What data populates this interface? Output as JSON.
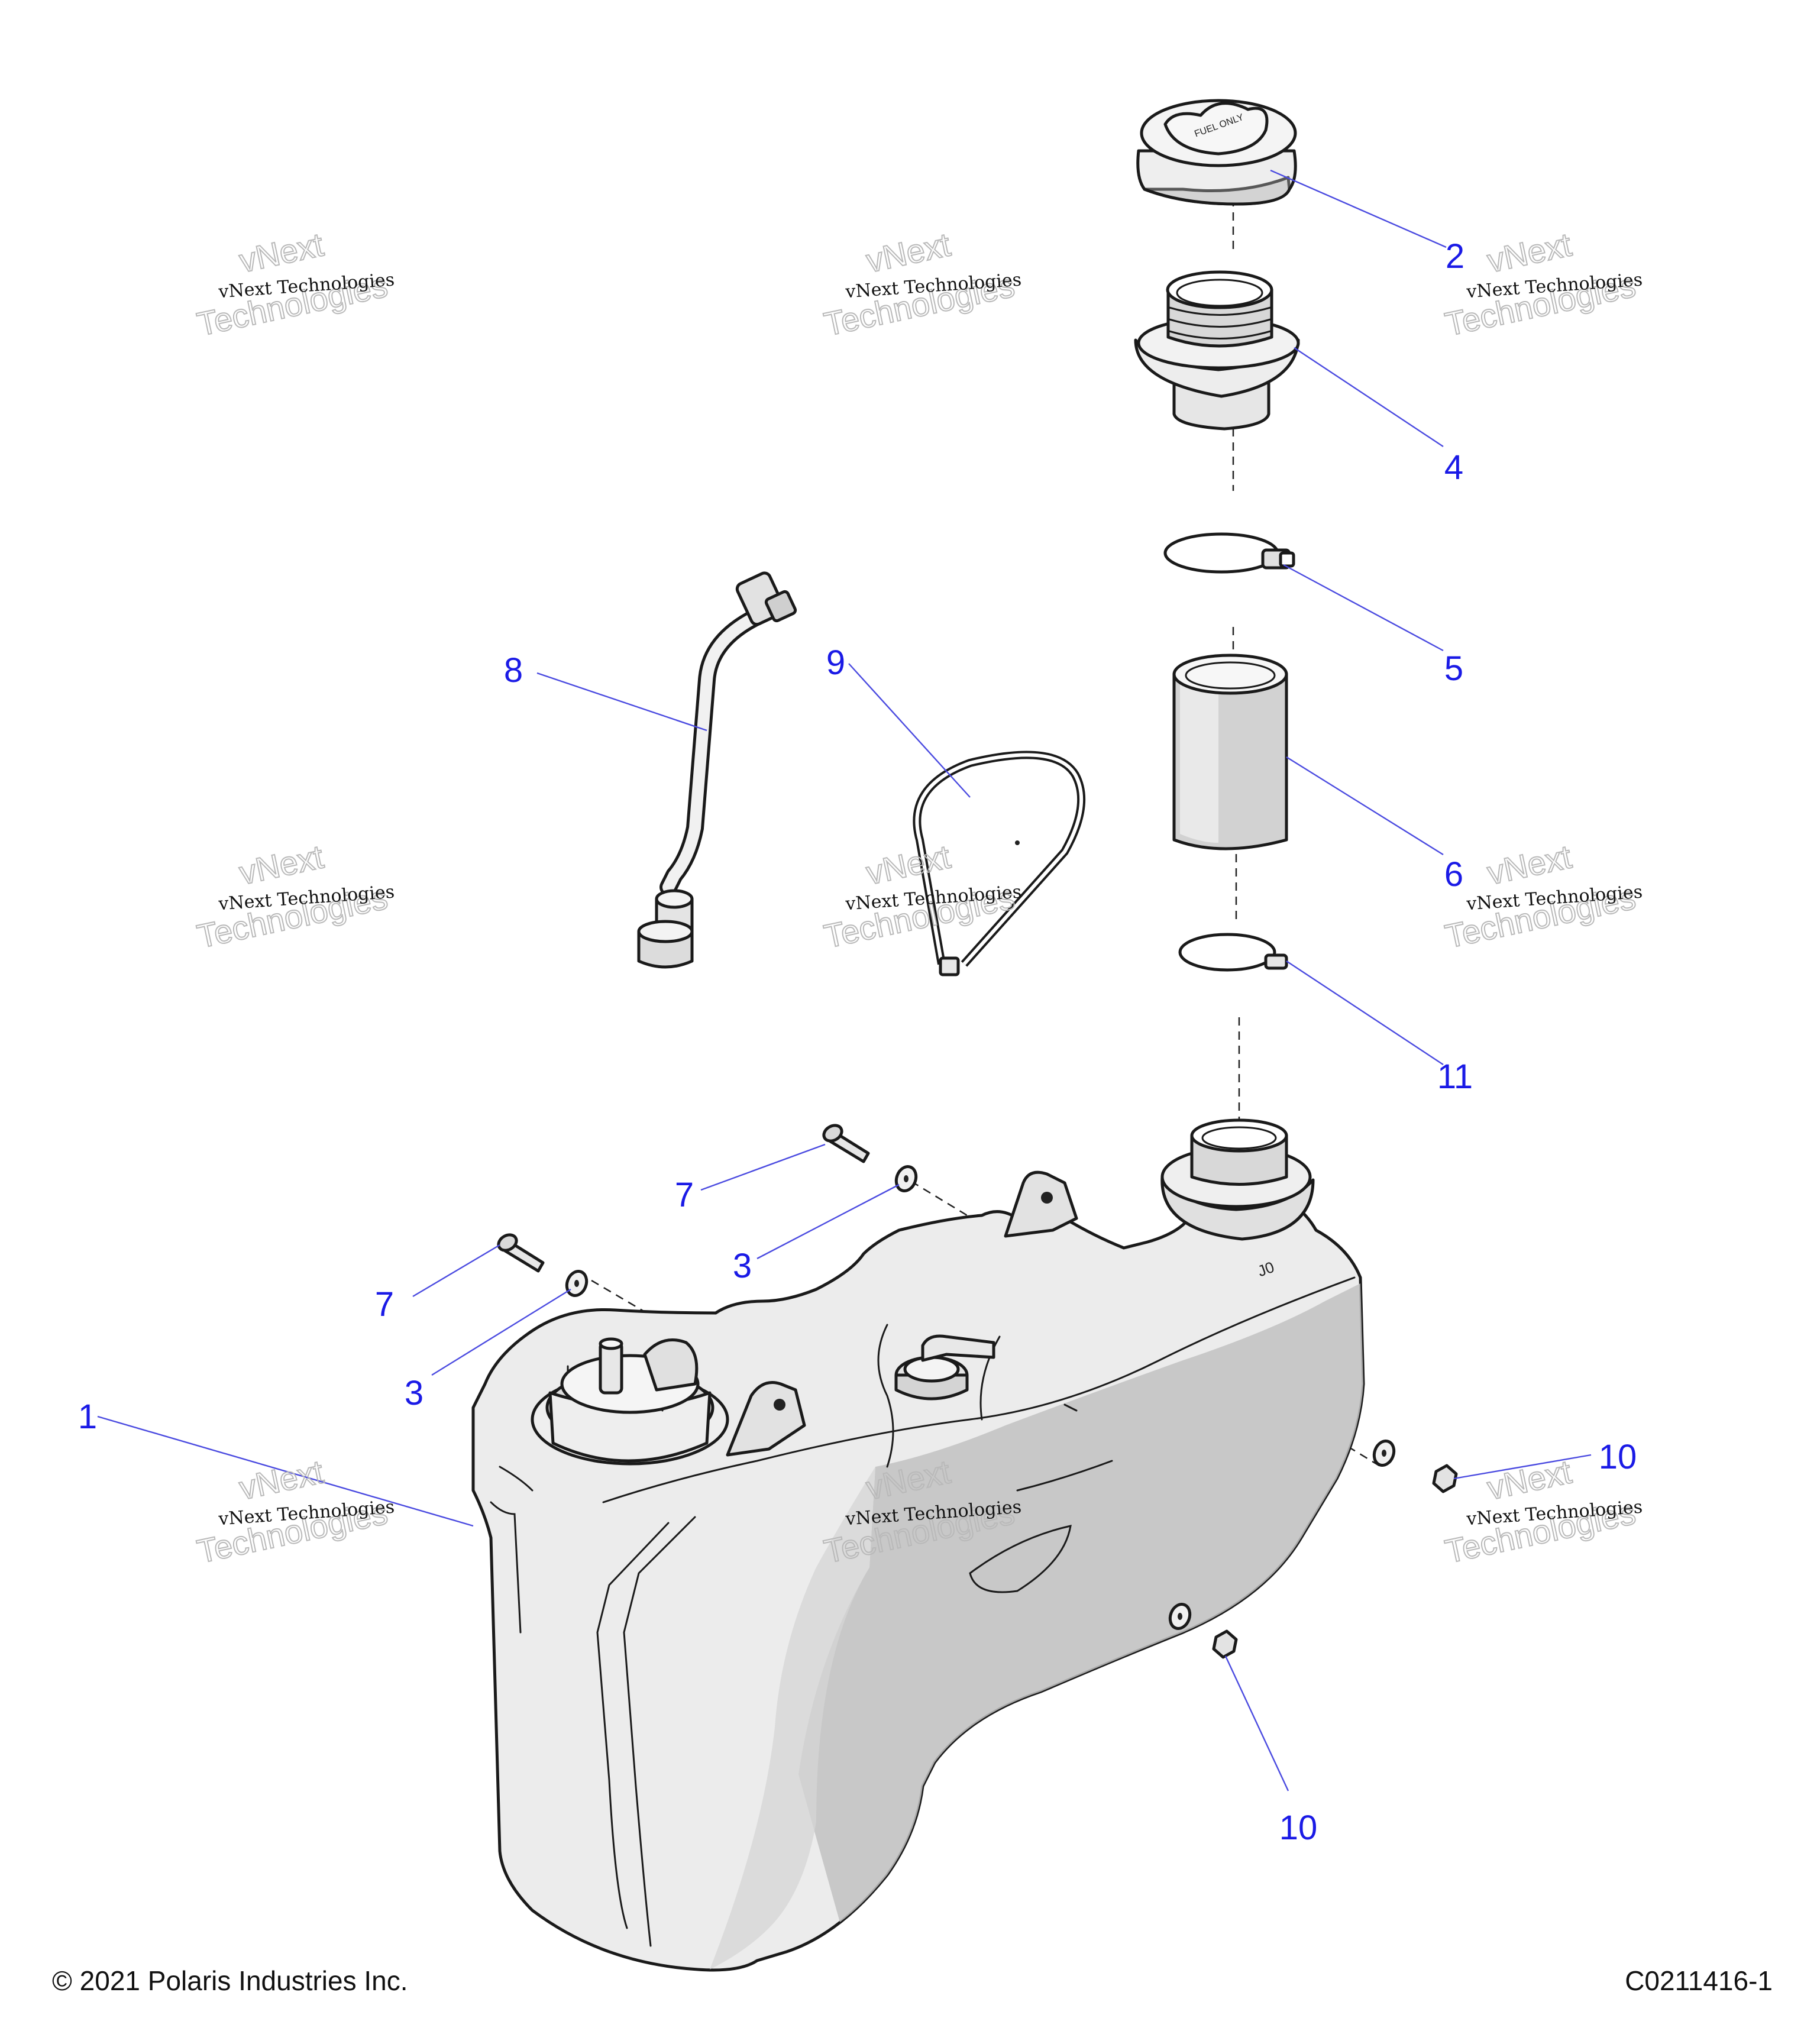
{
  "callouts": [
    "1",
    "2",
    "4",
    "5",
    "6",
    "11",
    "8",
    "9",
    "7",
    "3",
    "7",
    "3",
    "10",
    "10"
  ],
  "watermark": {
    "line": "vNext Technologies",
    "ghost_top": "vNext",
    "ghost_bottom": "Technologies"
  },
  "cap_text": "FUEL ONLY",
  "footer": {
    "copyright": "© 2021 Polaris Industries Inc.",
    "drawing_id": "C0211416-1"
  },
  "colors": {
    "callout_text": "#1a1ae6",
    "leader_line": "#4a4ae0",
    "part_fill": "#eeeeee",
    "part_shadow": "#c4c4c4"
  }
}
